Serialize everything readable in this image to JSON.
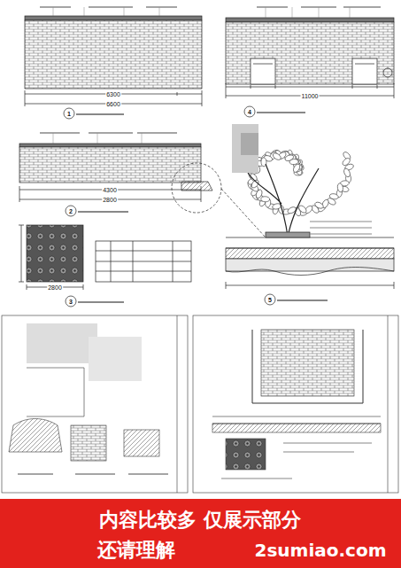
{
  "diagram": {
    "nodes": [
      {
        "text": [
          "内容比较多 仅展示部分",
          "还请理解"
        ]
      }
    ],
    "labels": [
      "1",
      "6300",
      "6600",
      "4",
      "11000",
      "2",
      "4300",
      "2800",
      "3",
      "2800",
      "5",
      "2sumiao.com"
    ]
  }
}
